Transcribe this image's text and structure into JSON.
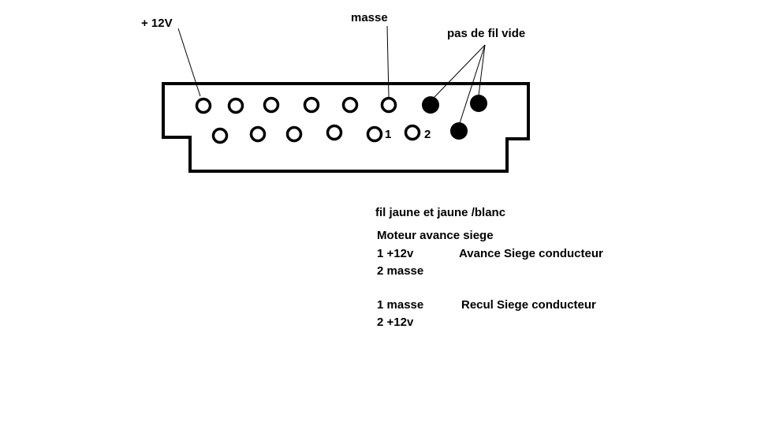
{
  "callouts": {
    "plus12v": "+ 12V",
    "masse": "masse",
    "pas_de_fil_vide": "pas de fil vide"
  },
  "pin_labels": {
    "pin1": "1",
    "pin2": "2"
  },
  "notes": {
    "wire": "fil jaune et jaune /blanc",
    "motor": "Moteur avance siege",
    "forward_line1": "1 +12v",
    "forward_desc": "Avance Siege conducteur",
    "forward_line2": "2 masse",
    "reverse_line1": "1 masse",
    "reverse_desc": "Recul Siege conducteur",
    "reverse_line2": "2 +12v"
  },
  "colors": {
    "ink": "#000000",
    "background": "#ffffff"
  }
}
